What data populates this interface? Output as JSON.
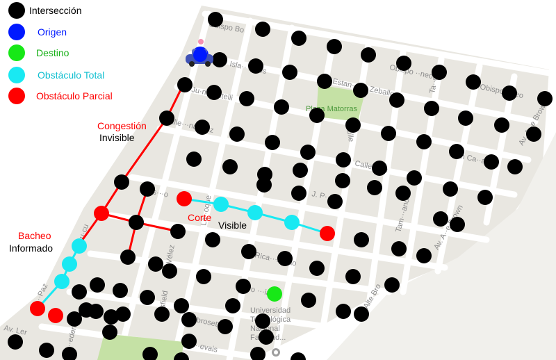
{
  "legend": [
    {
      "label": "Intersección",
      "color": "#000000",
      "label_color": "#000000"
    },
    {
      "label": "Origen",
      "color": "#0019ff",
      "label_color": "#0019ff"
    },
    {
      "label": "Destino",
      "color": "#17e817",
      "label_color": "#17b017"
    },
    {
      "label": "Obstáculo Total",
      "color": "#19e9f2",
      "label_color": "#10bfd0"
    },
    {
      "label": "Obstáculo Parcial",
      "color": "#ff0000",
      "label_color": "#ff0000"
    }
  ],
  "annotations": {
    "congestion": {
      "line1": "Congestión",
      "line2": "Invisible"
    },
    "corte": {
      "line1": "Corte",
      "line2": "Visible"
    },
    "bacheo": {
      "line1": "Bacheo",
      "line2": "Informado"
    }
  },
  "street_names": {
    "obispo_bo": "Obispo Bo",
    "isla_ballos": "Isla·· ·allos",
    "estanislao_zeballos": "Estan···ao Zeballos",
    "obispo_oneo": "Obispo ··neo",
    "obispo_oneo_2": "Obispo ··neo",
    "juan_castelli": "Ju·n Castelli",
    "calle_hernandez": "Calle···nandez",
    "culle": "Culle",
    "calle_can": "Calle Can",
    "n_caval": "n Ca··al",
    "av_alte_brown_1": "Av. A··e Brown",
    "av_alte_brown_2": "Av. A··e Brown",
    "av_alte_brown_3": "Av. Alte Bro",
    "cassaffo": "Cass···o",
    "j_p_perez": "J. P··ez",
    "tamanand": "Tam···and·",
    "ricardo_aldao": "Rica···Aldao",
    "sarsfield": "···sfield",
    "velez": "Vélez",
    "pedro_ariaga": "···dro ···iaga",
    "larroque": "La··oque",
    "av_paz": "Av. ··Paz",
    "lucuanco": "Lu·cu",
    "ambrosetti": "··brosetti",
    "revais": "··evais",
    "pedernera": "··edera",
    "av_ler": "Av. Ler",
    "tamo": "Ta··o",
    "plaza": "Plaza Matorras",
    "universidad_lines": [
      "Universidad",
      "Tecnológica",
      "Nacional",
      "Facultad..."
    ]
  },
  "colors": {
    "map_background": "#e9e7e1",
    "block": "#e4e3df",
    "street": "#ffffff",
    "park": "#c5e1a5",
    "park_text": "#4e9a3e",
    "street_text": "#8c8c8c",
    "congestion_line": "#ff0000",
    "corte_line": "#19e9f2",
    "bacheo_line": "#19e9f2",
    "node": "#000000",
    "partial_obstacle": "#ff0000",
    "total_obstacle": "#19e9f2",
    "origin": "#0019ff",
    "destination": "#17e817"
  },
  "icons": [
    "car-icon",
    "campus-marker-icon"
  ]
}
